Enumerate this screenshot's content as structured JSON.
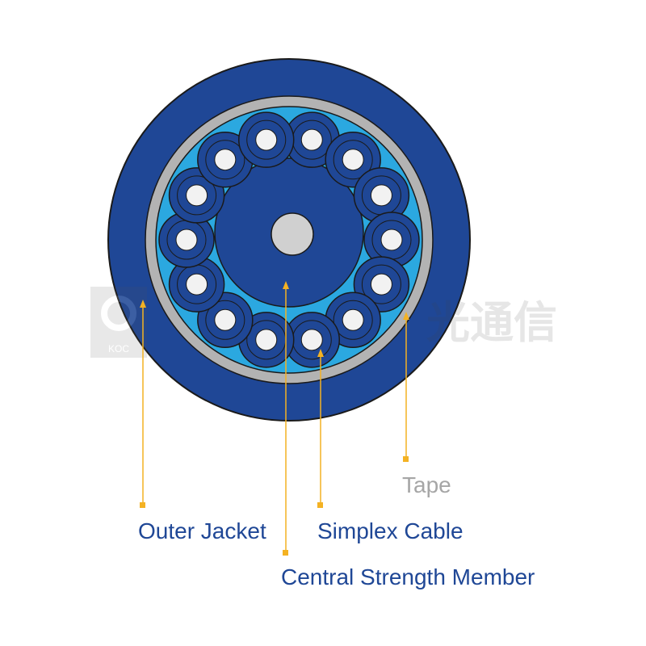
{
  "labels": {
    "outer_jacket": "Outer Jacket",
    "simplex_cable": "Simplex Cable",
    "central_strength_member": "Central Strength Member",
    "tape": "Tape"
  },
  "watermark": {
    "text": "光通信",
    "logo_text": "KOC"
  },
  "colors": {
    "jacket": "#1f4796",
    "tape": "#b3b3b3",
    "filler": "#2ba8e0",
    "simplex": "#1f4796",
    "fiber": "#f2f2f2",
    "strength_member": "#d0d0d0",
    "leader": "#f4b223",
    "label": "#1f4796",
    "tape_label": "#a6a6a6",
    "outline": "#1a1a1a"
  },
  "simplex_count": 14
}
